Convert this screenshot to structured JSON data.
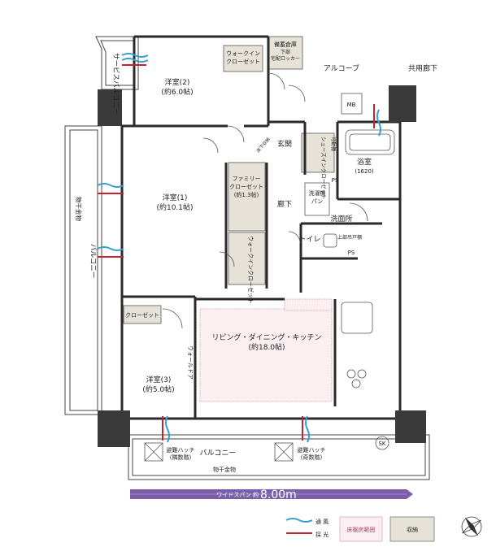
{
  "rooms": {
    "bed2": {
      "name": "洋室(2)",
      "size": "(約6.0帖)"
    },
    "bed1": {
      "name": "洋室(1)",
      "size": "(約10.1帖)"
    },
    "bed3": {
      "name": "洋室(3)",
      "size": "(約5.0帖)"
    },
    "ldk": {
      "name": "リビング・ダイニング・キッチン",
      "size": "(約18.0帖)"
    },
    "bath": {
      "name": "浴室",
      "size": "(1620)"
    },
    "washroom": "洗面所",
    "toilet": "トイレ",
    "hall": "廊下",
    "entrance": "玄関",
    "alcove": "アルコーブ",
    "common_corridor": "共用廊下",
    "mb": "MB",
    "sk": "SK"
  },
  "storage": {
    "bihin_title": "備蓄倉庫",
    "bihin_sub1": "下部",
    "bihin_sub2": "宅配ロッカー",
    "wic_top_1": "ウォークイン",
    "wic_top_2": "クローゼット",
    "family_1": "ファミリー",
    "family_2": "クローゼット",
    "family_3": "(約1.3帖)",
    "wic_mid": "ウォークインクローゼット",
    "shoes": "シューズインクローゼット",
    "kadou": "可動棚",
    "closet": "クローゼット",
    "washer_1": "洗濯機",
    "washer_2": "パン",
    "upper_shelf": "上部吊戸棚",
    "ps": "PS",
    "yuka": "床下収納"
  },
  "labels": {
    "service_balcony": "サービスバルコニー",
    "balcony_west": "バルコニー",
    "balcony_south": "バルコニー",
    "laundry_west": "物干金物",
    "laundry_south": "物干金物",
    "wall_door": "ウォールドア",
    "hatch_left_1": "避難ハッチ",
    "hatch_left_2": "(隣数階)",
    "hatch_right_1": "避難ハッチ",
    "hatch_right_2": "(奇数階)",
    "span_prefix": "ワイドスパン 約",
    "span_value": "8.00m"
  },
  "legend": {
    "ventilation": "通 風",
    "daylight": "採 光",
    "floor_heating": "床暖房範囲",
    "storage": "収納"
  },
  "colors": {
    "wall": "#2a2a2a",
    "storage_fill": "#e6e2d8",
    "floor_heating_fill": "#fbeff2",
    "floor_heating_stroke": "#d9a8b6",
    "wind": "#3a9fd0",
    "light": "#c8202f",
    "span_bar": "#7a5fa8"
  }
}
